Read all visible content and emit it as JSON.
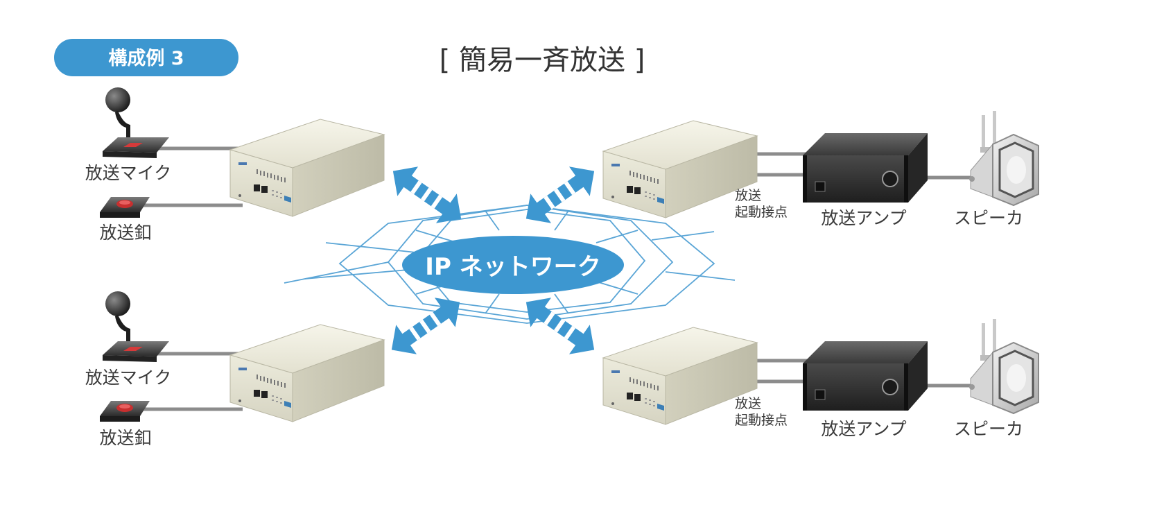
{
  "badge": {
    "label": "構成例 3"
  },
  "title": "[ 簡易一斉放送 ]",
  "network": {
    "label": "IP ネットワーク"
  },
  "left_units": [
    {
      "mic_label": "放送マイク",
      "button_label": "放送釦"
    },
    {
      "mic_label": "放送マイク",
      "button_label": "放送釦"
    }
  ],
  "right_units": [
    {
      "contact_label_1": "放送",
      "contact_label_2": "起動接点",
      "amp_label": "放送アンプ",
      "speaker_label": "スピーカ"
    },
    {
      "contact_label_1": "放送",
      "contact_label_2": "起動接点",
      "amp_label": "放送アンプ",
      "speaker_label": "スピーカ"
    }
  ],
  "colors": {
    "accent_blue": "#3d97d0",
    "device_body": "#ecebdc",
    "amp_body": "#2f2f2f",
    "cable": "#8c8c8c"
  }
}
